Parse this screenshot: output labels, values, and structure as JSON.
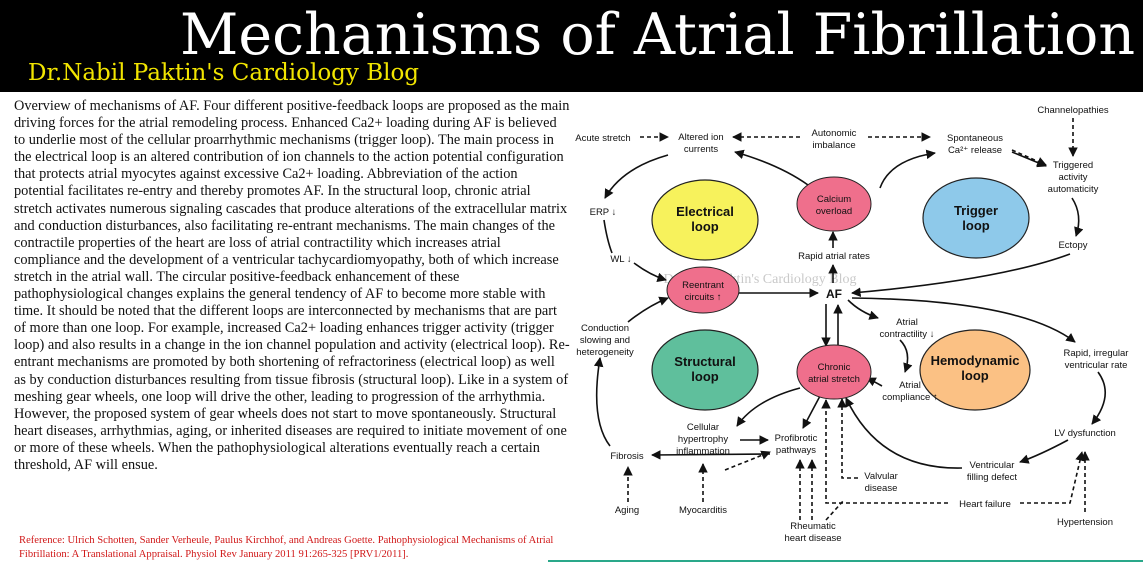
{
  "header": {
    "title": "Mechanisms of Atrial Fibrillation",
    "subtitle": "Dr.Nabil Paktin's Cardiology Blog"
  },
  "article": {
    "body": "Overview of mechanisms of AF. Four different positive-feedback loops are proposed as the main driving forces for the atrial remodeling process. Enhanced Ca2+ loading during AF is believed to underlie most of the cellular proarrhythmic mechanisms (trigger loop). The main process in the electrical loop is an altered contribution of ion channels to the action potential configuration that protects atrial myocytes against excessive Ca2+ loading. Abbreviation of the action potential facilitates re-entry and thereby promotes AF. In the structural loop, chronic atrial stretch activates numerous signaling cascades that produce alterations of the extracellular matrix and conduction disturbances, also facilitating re-entrant mechanisms. The main changes of the contractile properties of the heart are loss of atrial contractility which increases atrial compliance and the development of a ventricular tachycardiomyopathy, both of which increase stretch in the atrial wall. The circular positive-feedback enhancement of these pathophysiological changes explains the general tendency of AF to become more stable with time. It should be noted that the different loops are interconnected by mechanisms that are part of more than one loop. For example, increased Ca2+ loading enhances trigger activity (trigger loop) and also results in a change in the ion channel population and activity (electrical loop). Re-entrant mechanisms are promoted by both shortening of refractoriness (electrical loop) as well as by conduction disturbances resulting from tissue fibrosis (structural loop). Like in a system of meshing gear wheels, one loop will drive the other, leading to progression of the arrhythmia. However, the proposed system of gear wheels does not start to move spontaneously. Structural heart diseases, arrhythmias, aging, or inherited diseases are required to initiate movement of one or more of these wheels. When the pathophysiological alterations eventually reach a certain threshold, AF will ensue.",
    "reference": "Reference: Ulrich Schotten, Sander Verheule, Paulus Kirchhof, and Andreas Goette. Pathophysiological Mechanisms of Atrial Fibrillation: A Translational Appraisal. Physiol Rev January 2011 91:265-325 [PRV1/2011]."
  },
  "diagram": {
    "watermark": "Dr.Nabil Paktin's Cardiology Blog",
    "colors": {
      "electrical": "#f7f25c",
      "trigger": "#8ec9ea",
      "structural": "#5fbf9c",
      "hemodynamic": "#fbc184",
      "pink": "#ef6f8c"
    },
    "loops": {
      "electrical": [
        "Electrical",
        "loop"
      ],
      "trigger": [
        "Trigger",
        "loop"
      ],
      "structural": [
        "Structural",
        "loop"
      ],
      "hemodynamic": [
        "Hemodynamic",
        "loop"
      ]
    },
    "pink_nodes": {
      "calcium": [
        "Calcium",
        "overload"
      ],
      "reentrant": [
        "Reentrant",
        "circuits ↑"
      ],
      "chronic": [
        "Chronic",
        "atrial stretch"
      ]
    },
    "labels": {
      "acute_stretch": "Acute stretch",
      "altered_ion": [
        "Altered ion",
        "currents"
      ],
      "autonomic": [
        "Autonomic",
        "imbalance"
      ],
      "spontaneous": [
        "Spontaneous",
        "Ca²⁺ release"
      ],
      "channelopathies": "Channelopathies",
      "triggered": [
        "Triggered",
        "activity",
        "automaticity"
      ],
      "ectopy": "Ectopy",
      "erp": "ERP ↓",
      "wl": "WL ↓",
      "rapid_atrial": "Rapid atrial rates",
      "af": "AF",
      "conduction": [
        "Conduction",
        "slowing and",
        "heterogeneity"
      ],
      "atrial_contractility": [
        "Atrial",
        "contractility ↓"
      ],
      "atrial_compliance": [
        "Atrial",
        "compliance ↑"
      ],
      "rapid_irregular": [
        "Rapid, irregular",
        "ventricular rate"
      ],
      "lv_dysfunction": "LV dysfunction",
      "cellular": [
        "Cellular",
        "hypertrophy",
        "inflammation"
      ],
      "profibrotic": [
        "Profibrotic",
        "pathways"
      ],
      "fibrosis": "Fibrosis",
      "valvular": [
        "Valvular",
        "disease"
      ],
      "ventricular_filling": [
        "Ventricular",
        "filling defect"
      ],
      "heart_failure": "Heart failure",
      "aging": "Aging",
      "myocarditis": "Myocarditis",
      "rheumatic": [
        "Rheumatic",
        "heart disease"
      ],
      "hypertension": "Hypertension"
    }
  }
}
